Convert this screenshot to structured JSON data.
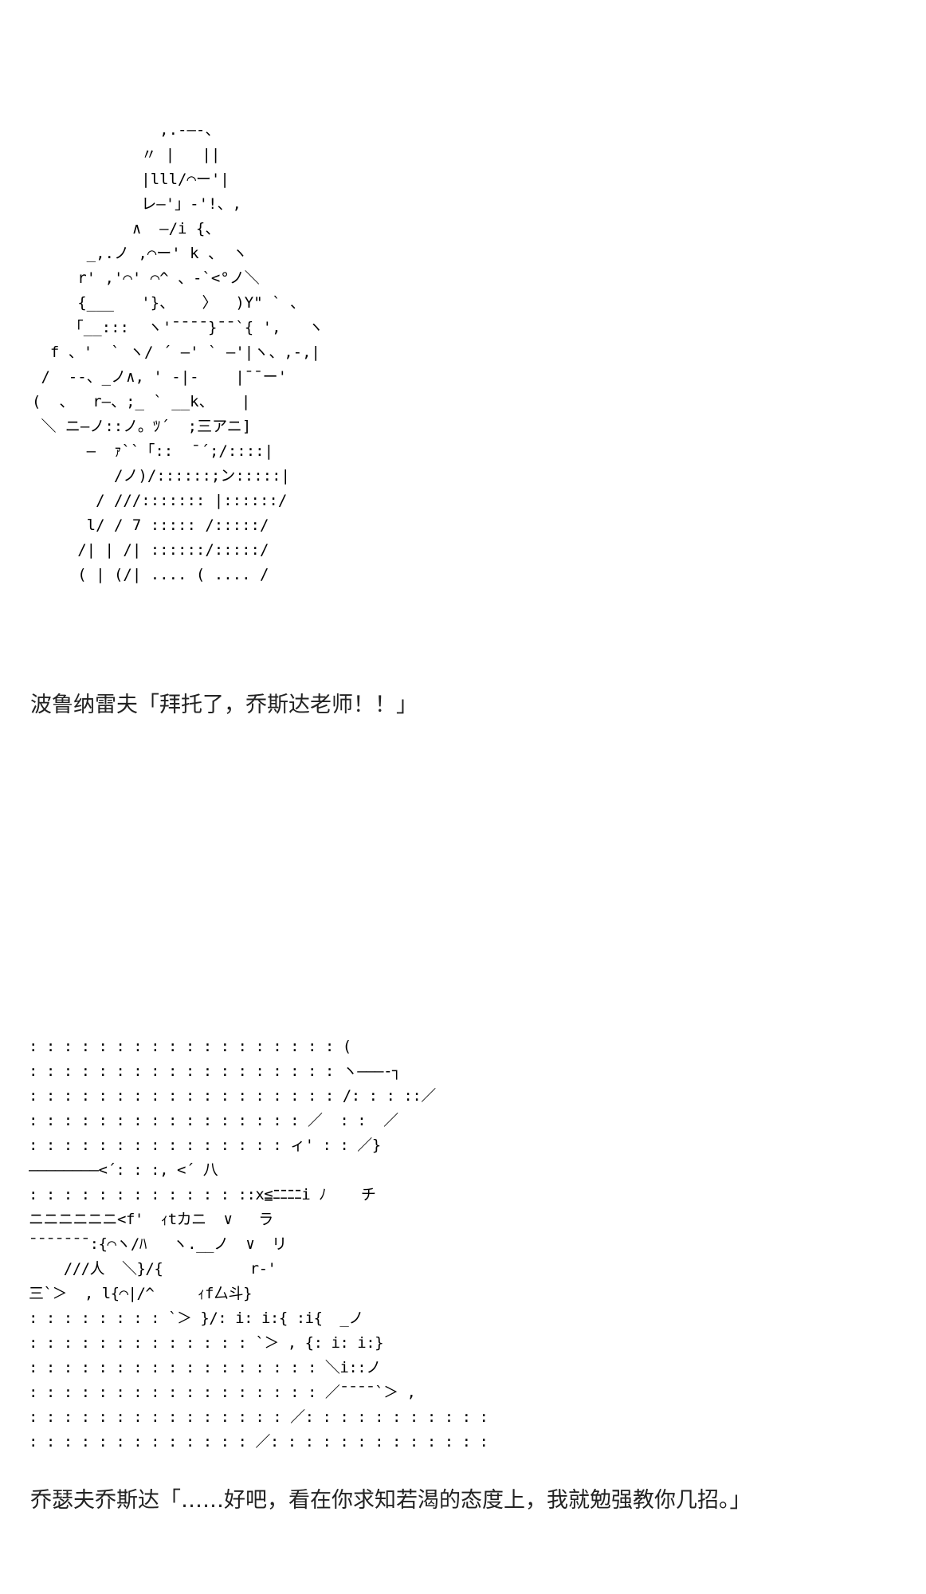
{
  "art_top": [
    "              ,.-―-、",
    "            〃 |   ||",
    "            |lll/⌒ー'|",
    "            レ―'」-'!、,",
    "           ∧  ―/i {、",
    "      _,.ノ ,⌒ー' k 、 ヽ",
    "     r' ,'⌒' ⌒^ 、-`<°ノ＼",
    "     {___   '}、   〉  )Y\" ` 、",
    "    「__:::  ヽ'¯¯¯¯}¯¯`{ ',   ヽ",
    "  f 、'  ` ヽ/ ´ ―' ` ―'|ヽ、,-,|",
    " /  --、_ノ∧, ' -|-    |¯¯ー'",
    "(  、  r―、;_ ` __k、   |",
    " ＼ ニ―ノ::ノ。ﾂ´  ;三アニ]",
    "      ―  ｧ``「::  ¯´;/::::|",
    "         /ノ)/::::::;ン:::::|",
    "       / ///::::::: |::::::/",
    "      l/ / 7 ::::: /:::::/",
    "     /| | /| ::::::/:::::/",
    "     ( | (/| .... ( .... ∕"
  ],
  "caption_top": "波鲁纳雷夫「拜托了，乔斯达老师！！」",
  "art_bottom": [
    ": : : : : : : : : : : : : : : : : : (",
    ": : : : : : : : : : : : : : : : : : ヽ―――-┐",
    ": : : : : : : : : : : : : : : : : : /: : : ::／",
    ": : : : : : : : : : : : : : : : ／  : :  ／",
    ": : : : : : : : : : : : : : : ィ' : : ／}",
    "――――――――<´: : :, <´ 八",
    ": : : : : : : : : : : : ::x≦ﾆﾆﾆﾆi ﾉ    チ",
    "ニニニニニニ<f'  ｨtカニ  ∨   ラ",
    "¯¯¯¯¯¯¯:{⌒ヽ/ﾊ   ヽ.__ノ  ∨  リ",
    "    ///人  ＼}/{          r-'",
    "三`＞  , l{⌒|/^     ｨf厶斗}",
    ": : : : : : : : `＞ }/: i: i:{ :i{  _ノ",
    ": : : : : : : : : : : : : `＞ , {: i: i:}",
    ": : : : : : : : : : : : : : : : : ＼i::ノ",
    ": : : : : : : : : : : : : : : : : ／¯¯¯¯`＞ ,",
    ": : : : : : : : : : : : : : : ／: : : : : : : : : : :",
    ": : : : : : : : : : : : : ／: : : : : : : : : : : : :"
  ],
  "caption_bottom": "乔瑟夫乔斯达「……好吧，看在你求知若渴的态度上，我就勉强教你几招。」"
}
